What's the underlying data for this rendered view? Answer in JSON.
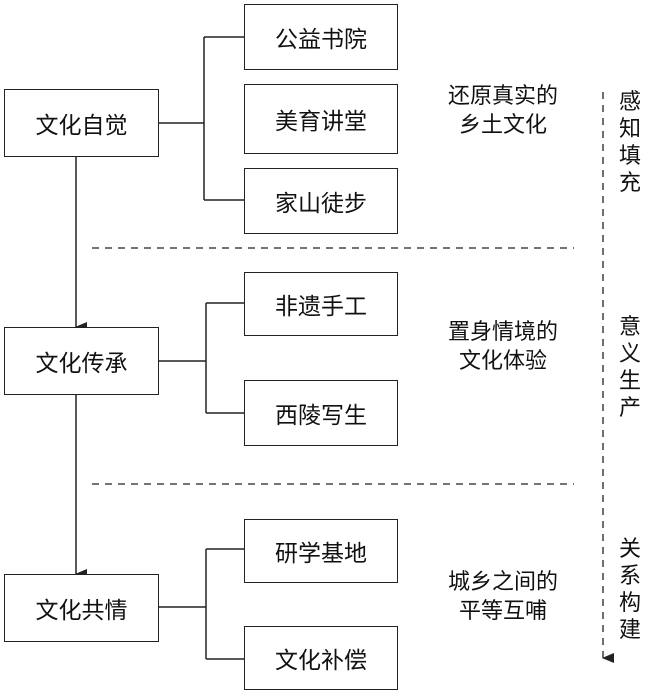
{
  "stages": [
    {
      "title": "文化自觉",
      "items": [
        "公益书院",
        "美育讲堂",
        "家山徒步"
      ],
      "desc_lines": [
        "还原真实的",
        "乡土文化"
      ],
      "side_label": [
        "感",
        "知",
        "填",
        "充"
      ]
    },
    {
      "title": "文化传承",
      "items": [
        "非遗手工",
        "西陵写生"
      ],
      "desc_lines": [
        "置身情境的",
        "文化体验"
      ],
      "side_label": [
        "意",
        "义",
        "生",
        "产"
      ]
    },
    {
      "title": "文化共情",
      "items": [
        "研学基地",
        "文化补偿"
      ],
      "desc_lines": [
        "城乡之间的",
        "平等互哺"
      ],
      "side_label": [
        "关",
        "系",
        "构",
        "建"
      ]
    }
  ]
}
